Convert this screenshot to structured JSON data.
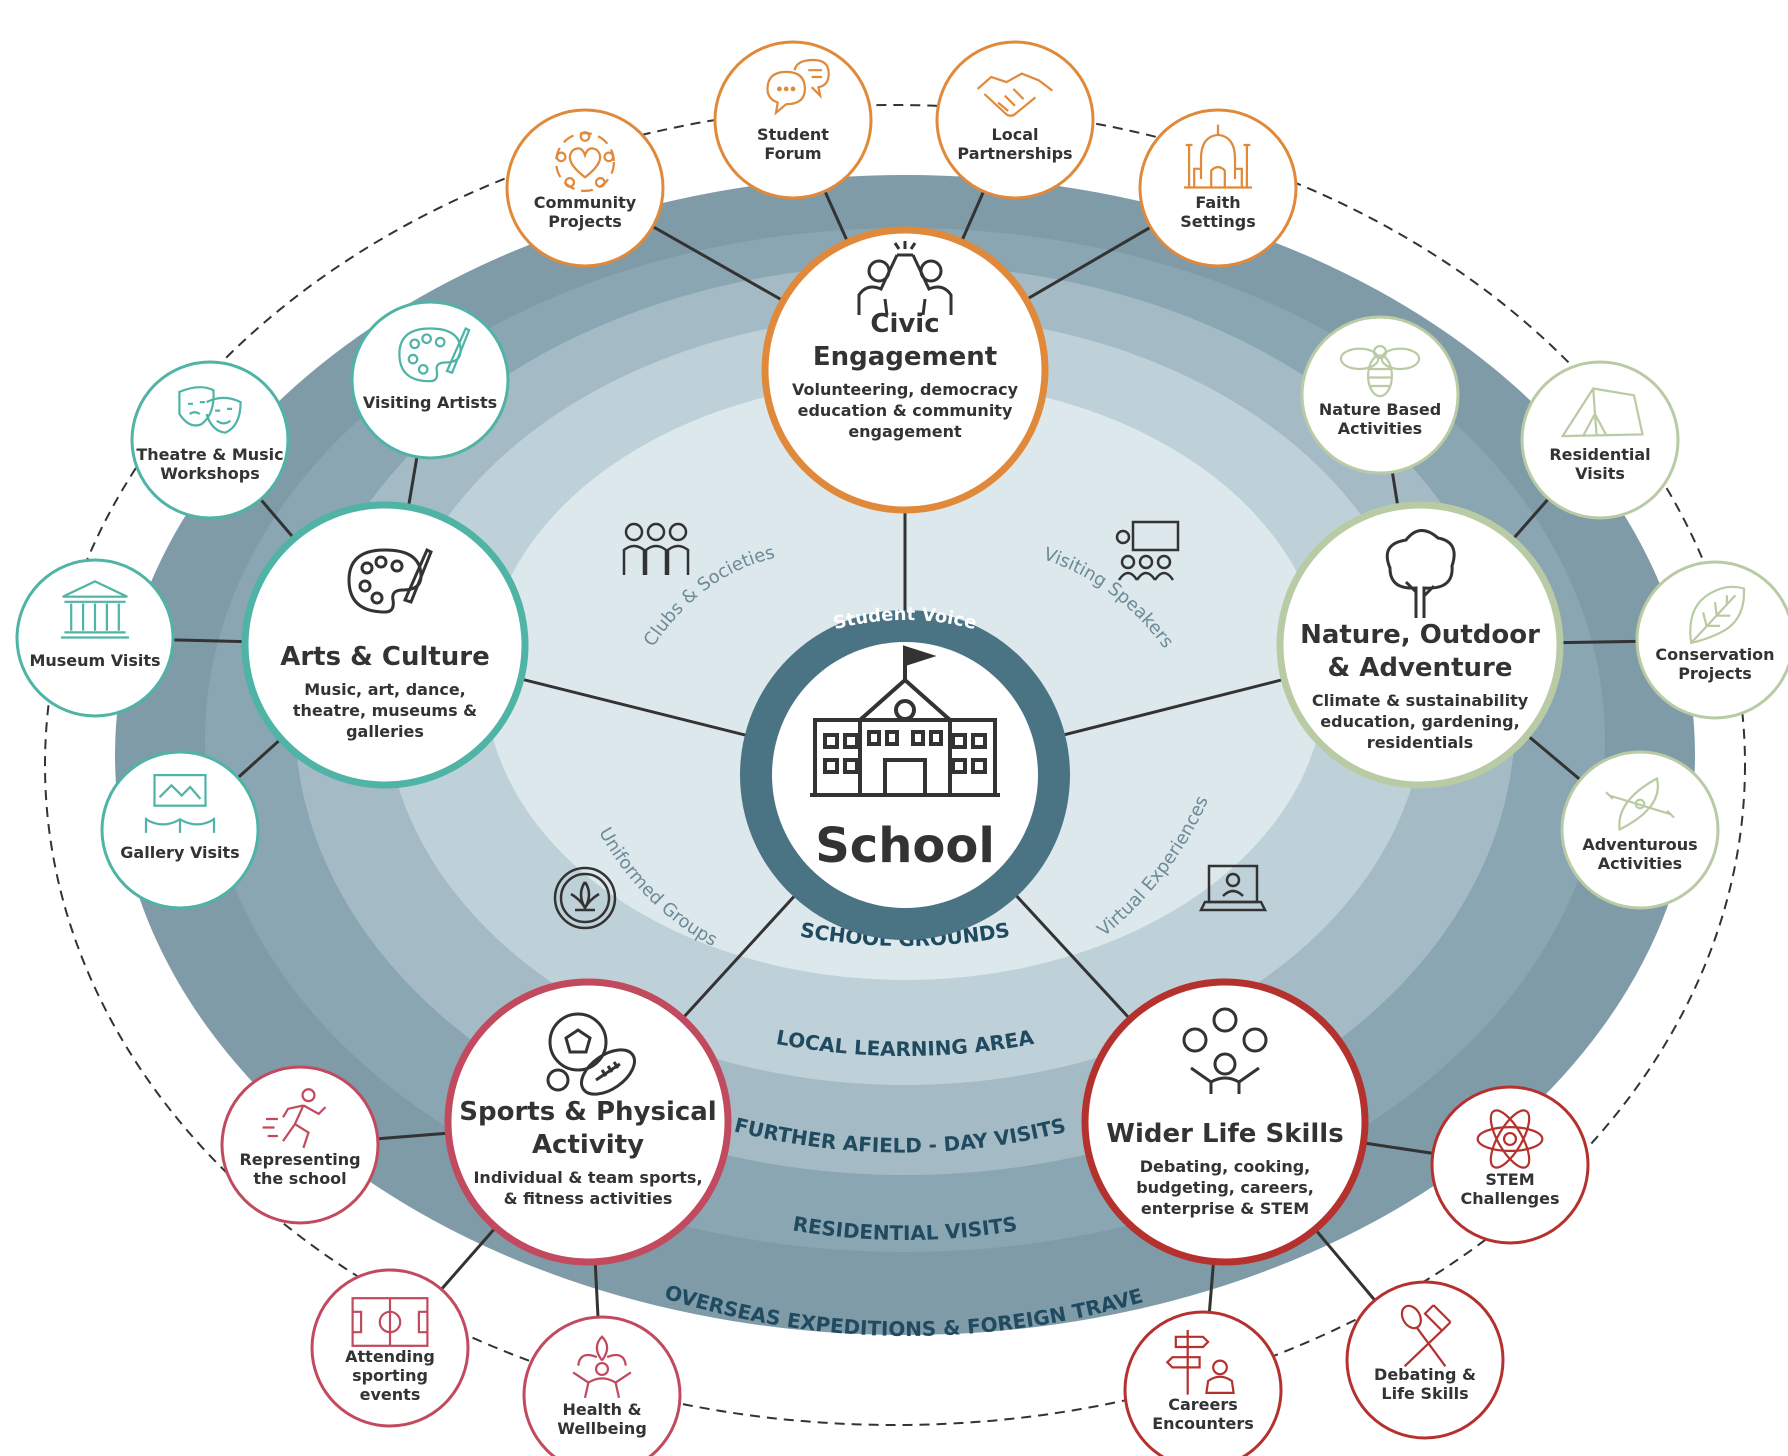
{
  "center": {
    "title": "School",
    "ring_label": "Student Voice"
  },
  "zones": [
    "SCHOOL GROUNDS",
    "LOCAL LEARNING AREA",
    "FURTHER AFIELD - DAY VISITS",
    "RESIDENTIAL VISITS",
    "OVERSEAS EXPEDITIONS & FOREIGN TRAVEL"
  ],
  "inner_activities": [
    {
      "label": "Clubs & Societies",
      "icon": "group-icon"
    },
    {
      "label": "Visiting Speakers",
      "icon": "presentation-icon"
    },
    {
      "label": "Uniformed Groups",
      "icon": "fleur-de-lis-icon"
    },
    {
      "label": "Virtual Experiences",
      "icon": "laptop-video-icon"
    }
  ],
  "pillars": [
    {
      "id": "civic",
      "color": "#E0893A",
      "title": [
        "Civic",
        "Engagement"
      ],
      "description": [
        "Volunteering, democracy",
        "education & community",
        "engagement"
      ],
      "icon": "high-five-icon",
      "satellites": [
        {
          "label": [
            "Community",
            "Projects"
          ],
          "icon": "community-heart-icon"
        },
        {
          "label": [
            "Student",
            "Forum"
          ],
          "icon": "chat-bubbles-icon"
        },
        {
          "label": [
            "Local",
            "Partnerships"
          ],
          "icon": "handshake-icon"
        },
        {
          "label": [
            "Faith",
            "Settings"
          ],
          "icon": "mosque-icon"
        }
      ]
    },
    {
      "id": "arts",
      "color": "#4FB3A6",
      "title": [
        "Arts & Culture"
      ],
      "description": [
        "Music, art, dance,",
        "theatre, museums &",
        "galleries"
      ],
      "icon": "palette-icon",
      "satellites": [
        {
          "label": [
            "Visiting Artists"
          ],
          "icon": "palette-brush-icon"
        },
        {
          "label": [
            "Theatre & Music",
            "Workshops"
          ],
          "icon": "theatre-masks-icon"
        },
        {
          "label": [
            "Museum Visits"
          ],
          "icon": "museum-icon"
        },
        {
          "label": [
            "Gallery Visits"
          ],
          "icon": "gallery-icon"
        }
      ]
    },
    {
      "id": "nature",
      "color": "#B9CBA4",
      "title": [
        "Nature, Outdoor",
        "& Adventure"
      ],
      "description": [
        "Climate & sustainability",
        "education, gardening,",
        "residentials"
      ],
      "icon": "tree-icon",
      "satellites": [
        {
          "label": [
            "Nature Based",
            "Activities"
          ],
          "icon": "bee-icon"
        },
        {
          "label": [
            "Residential",
            "Visits"
          ],
          "icon": "tent-icon"
        },
        {
          "label": [
            "Conservation",
            "Projects"
          ],
          "icon": "leaf-icon"
        },
        {
          "label": [
            "Adventurous",
            "Activities"
          ],
          "icon": "kayak-icon"
        }
      ]
    },
    {
      "id": "sports",
      "color": "#C24A5E",
      "title": [
        "Sports & Physical",
        "Activity"
      ],
      "description": [
        "Individual & team sports,",
        "& fitness activities"
      ],
      "icon": "balls-icon",
      "satellites": [
        {
          "label": [
            "Representing",
            "the school"
          ],
          "icon": "runner-icon"
        },
        {
          "label": [
            "Attending",
            "sporting",
            "events"
          ],
          "icon": "pitch-icon"
        },
        {
          "label": [
            "Health &",
            "Wellbeing"
          ],
          "icon": "wellbeing-icon"
        }
      ]
    },
    {
      "id": "life",
      "color": "#B5312E",
      "title": [
        "Wider Life Skills"
      ],
      "description": [
        "Debating, cooking,",
        "budgeting, careers,",
        "enterprise & STEM"
      ],
      "icon": "juggling-person-icon",
      "satellites": [
        {
          "label": [
            "STEM",
            "Challenges"
          ],
          "icon": "atom-icon"
        },
        {
          "label": [
            "Debating &",
            "Life Skills"
          ],
          "icon": "kitchen-utensils-icon"
        },
        {
          "label": [
            "Careers",
            "Encounters"
          ],
          "icon": "signpost-icon"
        }
      ]
    }
  ]
}
